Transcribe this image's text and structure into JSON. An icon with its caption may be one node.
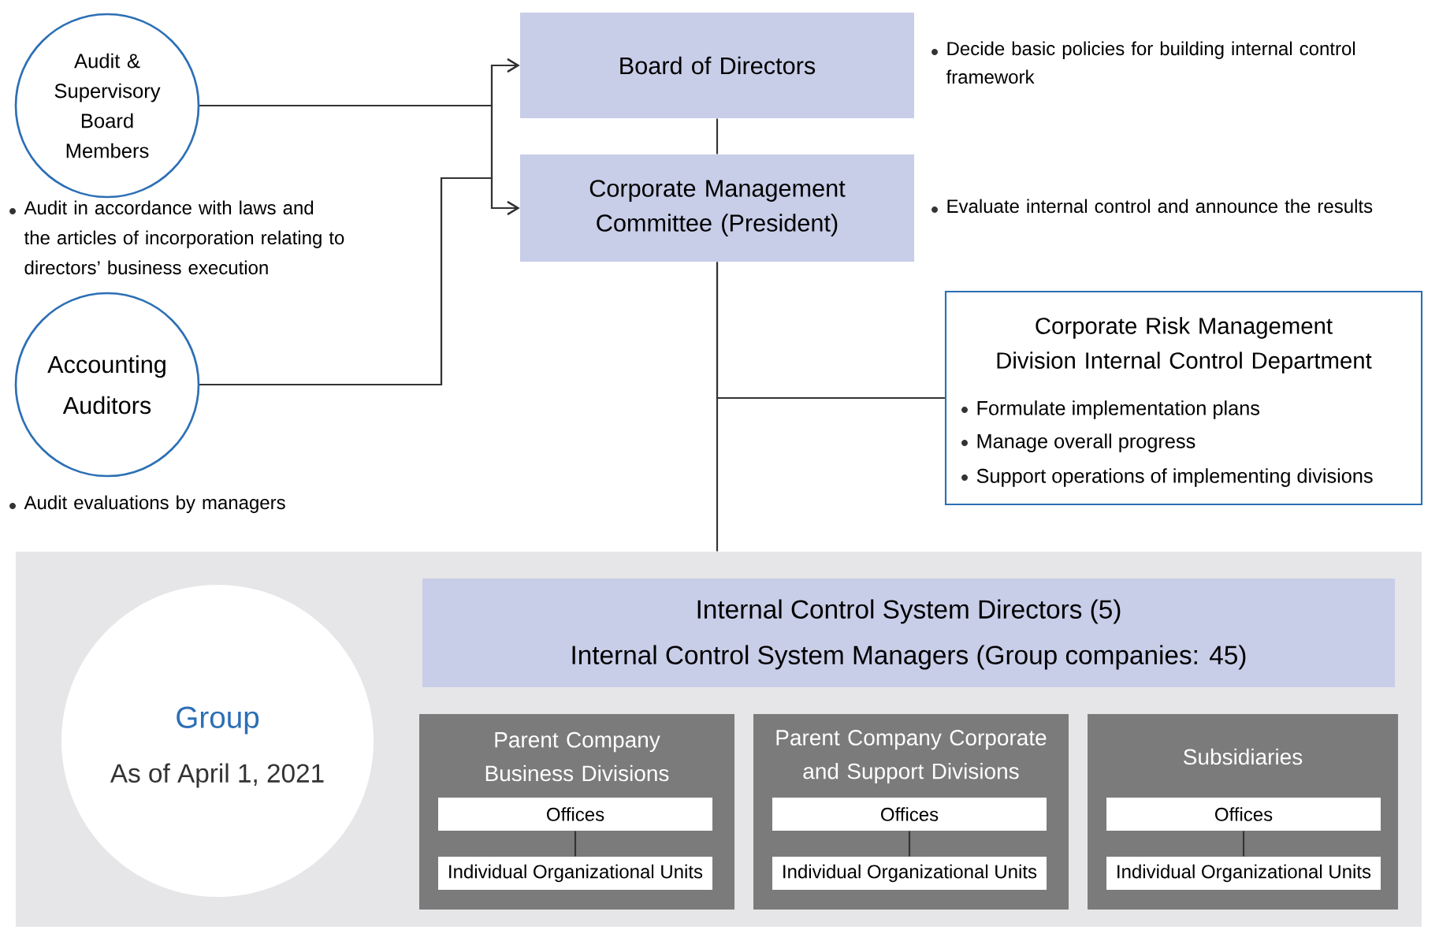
{
  "diagram": {
    "nodes": [
      {
        "text": [
          "Audit & Supervisory Board Members"
        ],
        "beside": [
          "Audit in accordance with laws and the articles of incorporation relating to directors’ business execution"
        ]
      },
      {
        "text": [
          "Accounting Auditors"
        ],
        "beside": [
          "Audit evaluations by managers"
        ]
      },
      {
        "text": [
          "Board of Directors"
        ],
        "beside": [
          "Decide basic policies for building internal control framework"
        ]
      },
      {
        "text": [
          "Corporate Management Committee (President)"
        ],
        "beside": [
          "Evaluate internal control and announce the results"
        ]
      },
      {
        "text": [
          "Corporate Risk Management Division Internal Control Department",
          "Formulate implementation plans",
          "Manage overall progress",
          "Support operations of implementing divisions"
        ]
      },
      {
        "text": [],
        "shape": "box"
      },
      {
        "text": [
          "Group",
          "As of April 1, 2021"
        ],
        "in": 5
      },
      {
        "text": [
          "Internal Control System Directors (5)",
          "Internal Control System Managers (Group companies: 45)"
        ],
        "in": 5
      },
      {
        "text": [
          "Parent Company Business Divisions"
        ],
        "in": 5
      },
      {
        "text": [
          "Offices"
        ],
        "in": 8
      },
      {
        "text": [
          "Individual Organizational Units"
        ],
        "in": 8
      },
      {
        "text": [
          "Parent Company Corporate and Support Divisions"
        ],
        "in": 5
      },
      {
        "text": [
          "Offices"
        ],
        "in": 11
      },
      {
        "text": [
          "Individual Organizational Units"
        ],
        "in": 11
      },
      {
        "text": [
          "Subsidiaries"
        ],
        "in": 5
      },
      {
        "text": [
          "Offices"
        ],
        "in": 14
      },
      {
        "text": [
          "Individual Organizational Units"
        ],
        "in": 14
      }
    ],
    "edges": [
      {
        "from": 0,
        "to": 2,
        "arrow": "to"
      },
      {
        "from": 0,
        "to": 3,
        "arrow": "to"
      },
      {
        "from": 1,
        "to": 2,
        "arrow": "to"
      },
      {
        "from": 1,
        "to": 3,
        "arrow": "to"
      },
      {
        "from": 2,
        "to": 3,
        "arrow": "none"
      },
      {
        "from": 3,
        "to": 4,
        "arrow": "none"
      },
      {
        "from": 3,
        "to": 5,
        "arrow": "none"
      },
      {
        "from": 9,
        "to": 10,
        "arrow": "none"
      },
      {
        "from": 12,
        "to": 13,
        "arrow": "none"
      },
      {
        "from": 15,
        "to": 16,
        "arrow": "none"
      }
    ]
  }
}
